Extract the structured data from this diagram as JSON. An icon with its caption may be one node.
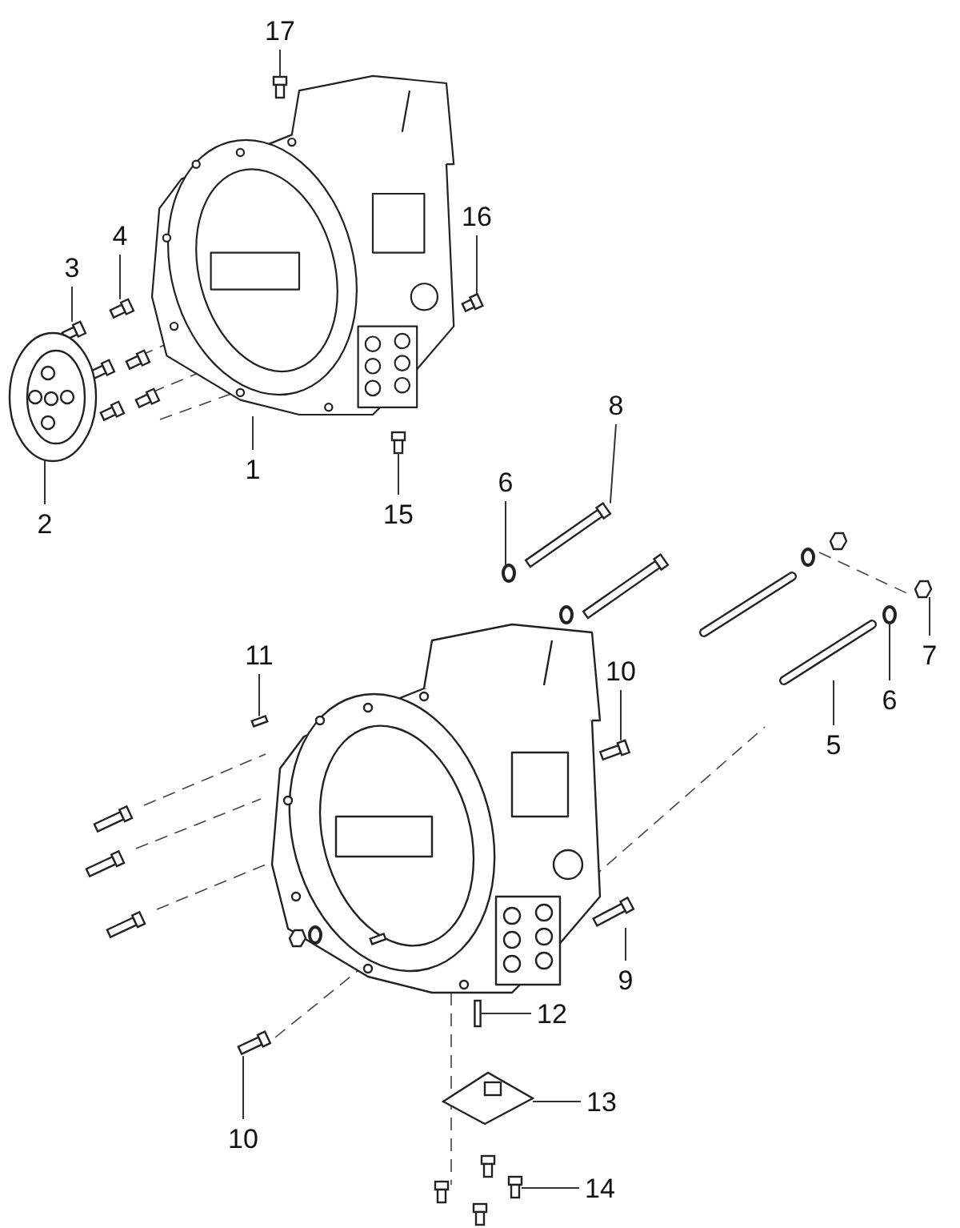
{
  "diagram": {
    "nodes": [
      {
        "text": [
          "17"
        ]
      },
      {
        "text": [
          "4"
        ]
      },
      {
        "text": [
          "16"
        ]
      },
      {
        "text": [
          "3"
        ]
      },
      {
        "text": [
          "1"
        ]
      },
      {
        "text": [
          "15"
        ]
      },
      {
        "text": [
          "2"
        ]
      },
      {
        "text": [
          "8"
        ]
      },
      {
        "text": [
          "6"
        ]
      },
      {
        "text": [
          "11"
        ]
      },
      {
        "text": [
          "7"
        ]
      },
      {
        "text": [
          "10"
        ]
      },
      {
        "text": [
          "6"
        ]
      },
      {
        "text": [
          "5"
        ]
      },
      {
        "text": [
          "9"
        ]
      },
      {
        "text": [
          "12"
        ]
      },
      {
        "text": [
          "13"
        ]
      },
      {
        "text": [
          "10"
        ]
      },
      {
        "text": [
          "14"
        ]
      },
      {
        "text": [],
        "shape": "plug"
      },
      {
        "text": [],
        "shape": "bolt"
      },
      {
        "text": [],
        "shape": "bolt"
      },
      {
        "text": [],
        "shape": "bolt"
      },
      {
        "text": [],
        "shape": "picture"
      },
      {
        "text": [],
        "shape": "plug"
      },
      {
        "text": [],
        "shape": "picture"
      },
      {
        "text": [],
        "shape": "bolt"
      },
      {
        "text": [],
        "shape": "washer"
      },
      {
        "text": [],
        "shape": "pin"
      },
      {
        "text": [],
        "shape": "nut"
      },
      {
        "text": [],
        "shape": "bolt"
      },
      {
        "text": [],
        "shape": "washer"
      },
      {
        "text": [],
        "shape": "stud"
      },
      {
        "text": [],
        "shape": "bolt"
      },
      {
        "text": [],
        "shape": "pin"
      },
      {
        "text": [],
        "shape": "picture"
      },
      {
        "text": [],
        "shape": "bolt"
      },
      {
        "text": [],
        "shape": "bolt"
      }
    ],
    "edges": [
      {
        "from": 0,
        "to": 19,
        "arrow": "none"
      },
      {
        "from": 1,
        "to": 20,
        "arrow": "none"
      },
      {
        "from": 2,
        "to": 21,
        "arrow": "none"
      },
      {
        "from": 3,
        "to": 22,
        "arrow": "none"
      },
      {
        "from": 4,
        "to": 23,
        "arrow": "none"
      },
      {
        "from": 5,
        "to": 24,
        "arrow": "none"
      },
      {
        "from": 6,
        "to": 25,
        "arrow": "none"
      },
      {
        "from": 7,
        "to": 26,
        "arrow": "none"
      },
      {
        "from": 8,
        "to": 27,
        "arrow": "none"
      },
      {
        "from": 9,
        "to": 28,
        "arrow": "none"
      },
      {
        "from": 10,
        "to": 29,
        "arrow": "none"
      },
      {
        "from": 11,
        "to": 30,
        "arrow": "none"
      },
      {
        "from": 12,
        "to": 31,
        "arrow": "none"
      },
      {
        "from": 13,
        "to": 32,
        "arrow": "none"
      },
      {
        "from": 14,
        "to": 33,
        "arrow": "none"
      },
      {
        "from": 15,
        "to": 34,
        "arrow": "none"
      },
      {
        "from": 16,
        "to": 35,
        "arrow": "none"
      },
      {
        "from": 17,
        "to": 36,
        "arrow": "none"
      },
      {
        "from": 18,
        "to": 37,
        "arrow": "none"
      }
    ]
  }
}
